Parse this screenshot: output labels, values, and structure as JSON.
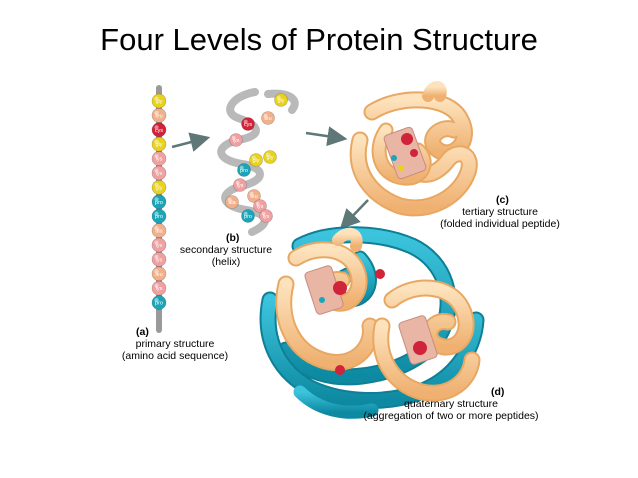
{
  "slide": {
    "title": "Four Levels of Protein Structure"
  },
  "primary": {
    "tag": "(a)",
    "line1": "primary structure",
    "line2": "(amino acid sequence)",
    "residues": [
      {
        "name": "gly",
        "color": "#e8d21c"
      },
      {
        "name": "leu",
        "color": "#f2b08a"
      },
      {
        "name": "cys",
        "color": "#d0243a"
      },
      {
        "name": "gly",
        "color": "#e8d21c"
      },
      {
        "name": "lys",
        "color": "#f0a0a0"
      },
      {
        "name": "lys",
        "color": "#f0a0a0"
      },
      {
        "name": "gly",
        "color": "#e8d21c"
      },
      {
        "name": "pro",
        "color": "#1aa6b8"
      },
      {
        "name": "pro",
        "color": "#1aa6b8"
      },
      {
        "name": "ala",
        "color": "#f2b08a"
      },
      {
        "name": "lys",
        "color": "#f0a0a0"
      },
      {
        "name": "lys",
        "color": "#f0a0a0"
      },
      {
        "name": "leu",
        "color": "#f2b08a"
      },
      {
        "name": "lys",
        "color": "#f0a0a0"
      },
      {
        "name": "pro",
        "color": "#1aa6b8"
      }
    ]
  },
  "secondary": {
    "tag": "(b)",
    "line1": "secondary structure",
    "line2": "(helix)",
    "residues": [
      {
        "name": "gly",
        "color": "#e8d21c"
      },
      {
        "name": "leu",
        "color": "#f2b08a"
      },
      {
        "name": "cys",
        "color": "#d0243a"
      },
      {
        "name": "lys",
        "color": "#f0a0a0"
      },
      {
        "name": "gly",
        "color": "#e8d21c"
      },
      {
        "name": "gly",
        "color": "#e8d21c"
      },
      {
        "name": "pro",
        "color": "#1aa6b8"
      },
      {
        "name": "lys",
        "color": "#f0a0a0"
      },
      {
        "name": "leu",
        "color": "#f2b08a"
      },
      {
        "name": "lys",
        "color": "#f0a0a0"
      },
      {
        "name": "lys",
        "color": "#f0a0a0"
      },
      {
        "name": "pro",
        "color": "#1aa6b8"
      },
      {
        "name": "ala",
        "color": "#f2b08a"
      }
    ]
  },
  "tertiary": {
    "tag": "(c)",
    "line1": "tertiary structure",
    "line2": "(folded individual peptide)"
  },
  "quaternary": {
    "tag": "(d)",
    "line1": "quaternary structure",
    "line2": "(aggregation of two or more peptides)"
  },
  "colors": {
    "peptide_tan": "#f9c98e",
    "peptide_tan_dark": "#e8a862",
    "peptide_blue": "#1ba9c4",
    "peptide_blue_dark": "#0e7f96",
    "arrow": "#5f7777",
    "helix_core": "#c8a0a0"
  }
}
